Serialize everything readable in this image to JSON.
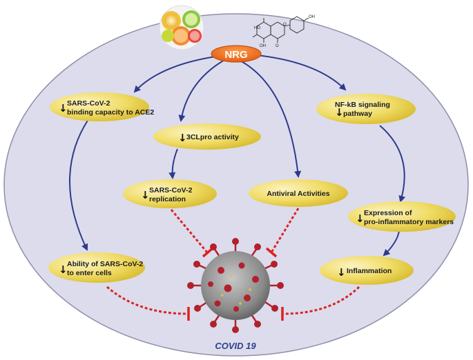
{
  "center": {
    "label": "NRG"
  },
  "target": {
    "label": "COVID 19"
  },
  "molecule": {
    "oh_labels": [
      "HO",
      "OH",
      "OH"
    ],
    "o_label": "O",
    "o2_label": "O"
  },
  "nodes": {
    "sars_binding": {
      "line1": "SARS-CoV-2",
      "line2": "binding capacity to ACE2",
      "arrow": "↓"
    },
    "clpro": {
      "line1": "3CLpro activity",
      "arrow": "↓"
    },
    "replication": {
      "line1": "SARS-CoV-2",
      "line2": "replication",
      "arrow": "↓"
    },
    "antiviral": {
      "line1": "Antiviral Activities"
    },
    "nfkb": {
      "line1": "NF-kB signaling",
      "line2": "pathway",
      "arrow": "↓"
    },
    "expression": {
      "line1": "Expression of",
      "line2": "pro-inflammatory markers",
      "arrow": "↓"
    },
    "ability": {
      "line1": "Ability of SARS-CoV-2",
      "line2": "to enter cells",
      "arrow": "↓"
    },
    "inflammation": {
      "line1": "Inflammation",
      "arrow": "↓"
    }
  },
  "colors": {
    "background_ellipse": "#dcdcec",
    "node_fill": "#f0dc66",
    "nrg_fill": "#ee6a1a",
    "arrow": "#2d3a8c",
    "inhibit": "#dd2222",
    "virus_core": "#8a8a8a",
    "virus_spike": "#b2212b"
  }
}
